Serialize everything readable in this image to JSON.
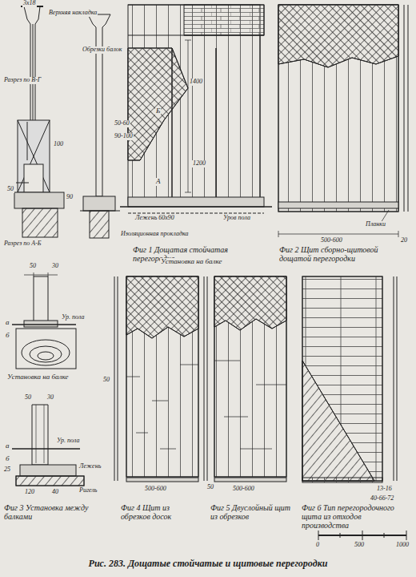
{
  "diagram": {
    "caption": "Рис. 283. Дощатые стойчатые и щитовые перегородки",
    "labels": [
      "3х18",
      "Верхняя накладка",
      "Обрезки балок",
      "50-60",
      "90-100",
      "1400",
      "1200",
      "Разрез по В-Г",
      "100",
      "Разрез по А-Б",
      "50",
      "90",
      "Лежень 60х90",
      "Изоляционная прокладка",
      "Уров пола",
      "Б",
      "А",
      "Фиг 1 Дощатая стойчатая перегородка",
      "Планки",
      "500-600",
      "20",
      "Фиг 2 Щит сборно-щитовой дощатой перегородки",
      "Установка на балке",
      "50",
      "30",
      "Ур. пола",
      "а",
      "б",
      "Установка на балке",
      "50",
      "30",
      "Ур. пола",
      "а",
      "б",
      "25",
      "Лежень",
      "40",
      "120",
      "Ригель",
      "Фиг 3 Установка между балками",
      "50",
      "500-600",
      "Фиг 4 Щит из обрезков досок",
      "50",
      "500-600",
      "Фиг 5 Двуслойный щит из обрезков",
      "13-16",
      "40-66-72",
      "Фиг 6 Тип перегородочного щита из отходов производства",
      "0",
      "500",
      "1000"
    ]
  }
}
